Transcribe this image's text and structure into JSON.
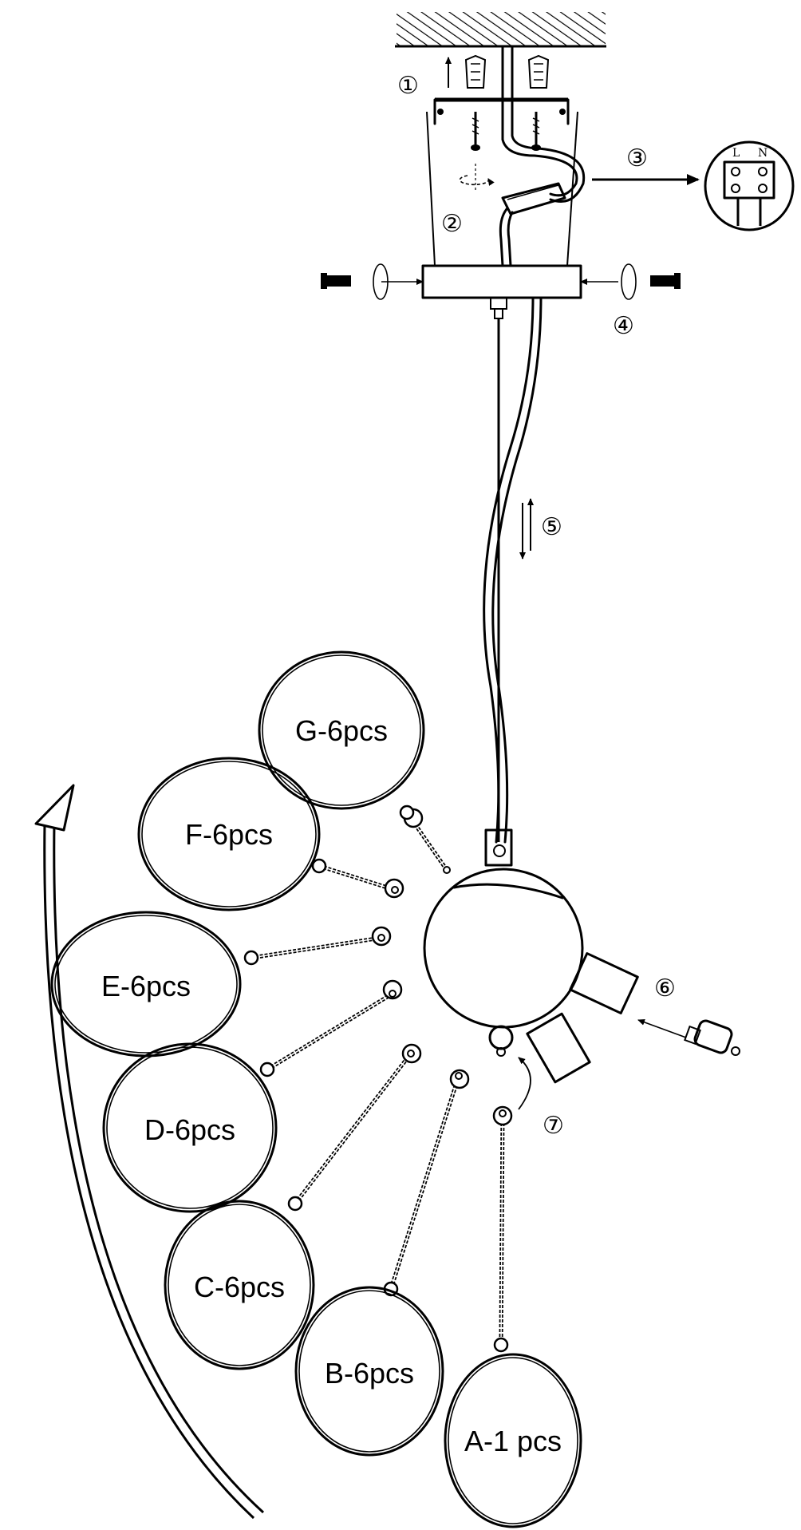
{
  "steps": [
    "①",
    "②",
    "③",
    "④",
    "⑤",
    "⑥",
    "⑦"
  ],
  "terminal": {
    "live": "L",
    "neutral": "N"
  },
  "shades": [
    {
      "id": "A",
      "label": "A-1 pcs"
    },
    {
      "id": "B",
      "label": "B-6pcs"
    },
    {
      "id": "C",
      "label": "C-6pcs"
    },
    {
      "id": "D",
      "label": "D-6pcs"
    },
    {
      "id": "E",
      "label": "E-6pcs"
    },
    {
      "id": "F",
      "label": "F-6pcs"
    },
    {
      "id": "G",
      "label": "G-6pcs"
    }
  ],
  "colors": {
    "line": "#000000",
    "background": "#ffffff"
  }
}
